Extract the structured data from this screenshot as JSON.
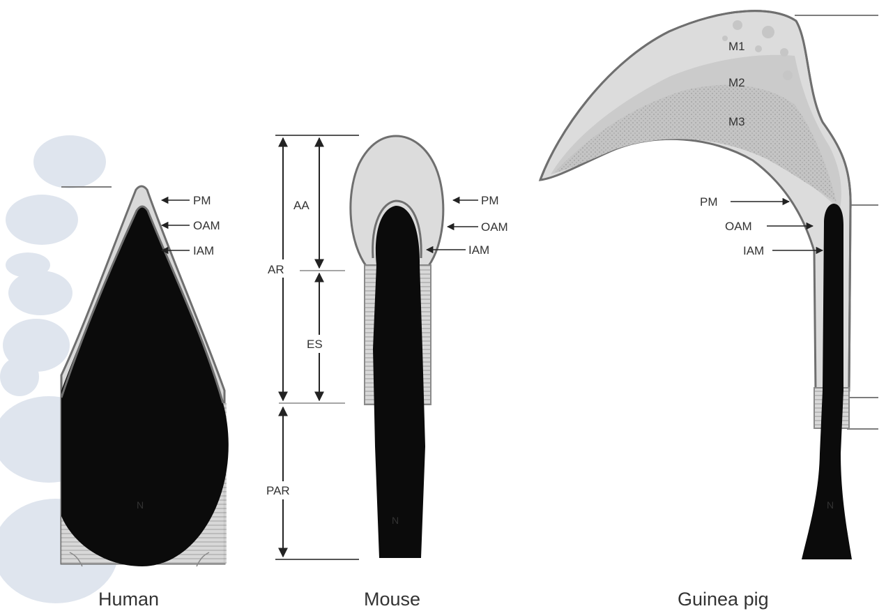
{
  "captions": {
    "human": "Human",
    "mouse": "Mouse",
    "guinea_pig": "Guinea pig"
  },
  "human": {
    "membranes": [
      "PM",
      "OAM",
      "IAM"
    ],
    "nucleus": "N"
  },
  "mouse": {
    "membranes": [
      "PM",
      "OAM",
      "IAM"
    ],
    "nucleus": "N",
    "regions": [
      "AA",
      "AR",
      "ES",
      "PAR"
    ]
  },
  "guinea_pig": {
    "segments": [
      "M1",
      "M2",
      "M3"
    ],
    "membranes": [
      "PM",
      "OAM",
      "IAM"
    ],
    "nucleus": "N"
  },
  "colors": {
    "nucleus": "#0b0b0b",
    "acrosome_light": "#dcdcdc",
    "acrosome_mid": "#cfcfcf",
    "acrosome_dark": "#b7b7b7",
    "outline": "#6f6f6f",
    "decor_blue": "#dfe5ee"
  }
}
